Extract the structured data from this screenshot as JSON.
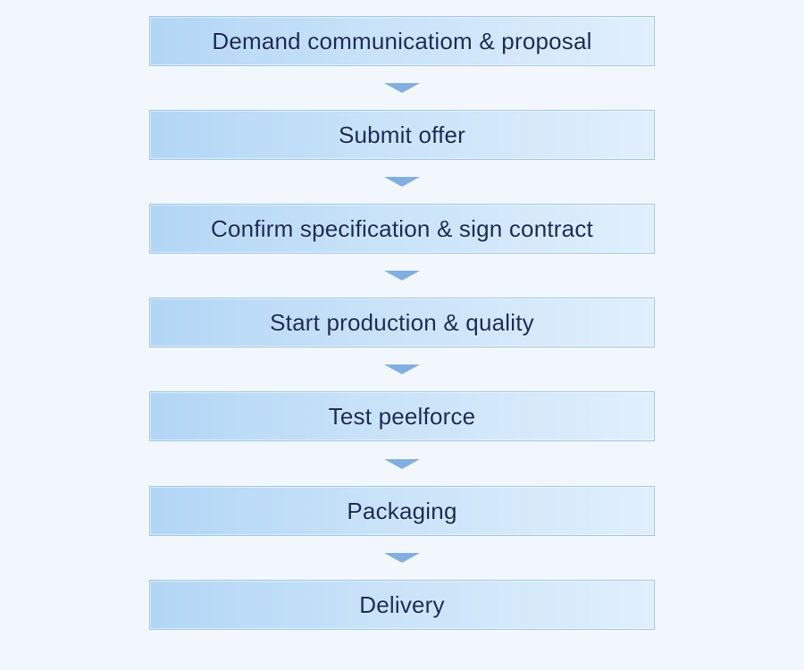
{
  "colors": {
    "background": "#f2f7fd",
    "box_border": "#9ec6e6",
    "text": "#1a2b57",
    "arrow": "#80afe0"
  },
  "steps": [
    {
      "label": "Demand communicatiom & proposal"
    },
    {
      "label": "Submit offer"
    },
    {
      "label": "Confirm specification & sign contract"
    },
    {
      "label": "Start production & quality"
    },
    {
      "label": "Test peelforce"
    },
    {
      "label": "Packaging"
    },
    {
      "label": "Delivery"
    }
  ]
}
